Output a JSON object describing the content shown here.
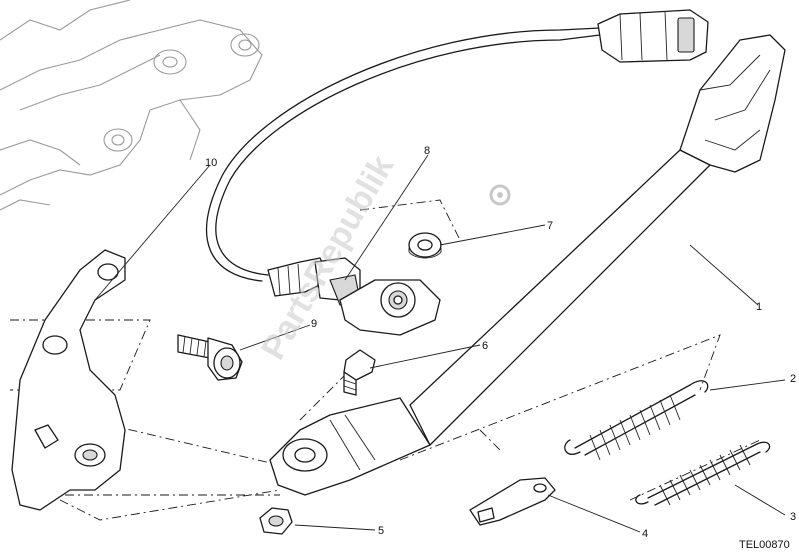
{
  "diagram": {
    "callouts": [
      {
        "id": "1",
        "label": "1"
      },
      {
        "id": "2",
        "label": "2"
      },
      {
        "id": "3",
        "label": "3"
      },
      {
        "id": "4",
        "label": "4"
      },
      {
        "id": "5",
        "label": "5"
      },
      {
        "id": "6",
        "label": "6"
      },
      {
        "id": "7",
        "label": "7"
      },
      {
        "id": "8",
        "label": "8"
      },
      {
        "id": "9",
        "label": "9"
      },
      {
        "id": "10",
        "label": "10"
      }
    ],
    "drawing_code": "TEL00870",
    "watermark": "PartsRepublik"
  },
  "colors": {
    "line": "#1a1a1a",
    "background": "#ffffff",
    "watermark": "#c8c8c8"
  }
}
